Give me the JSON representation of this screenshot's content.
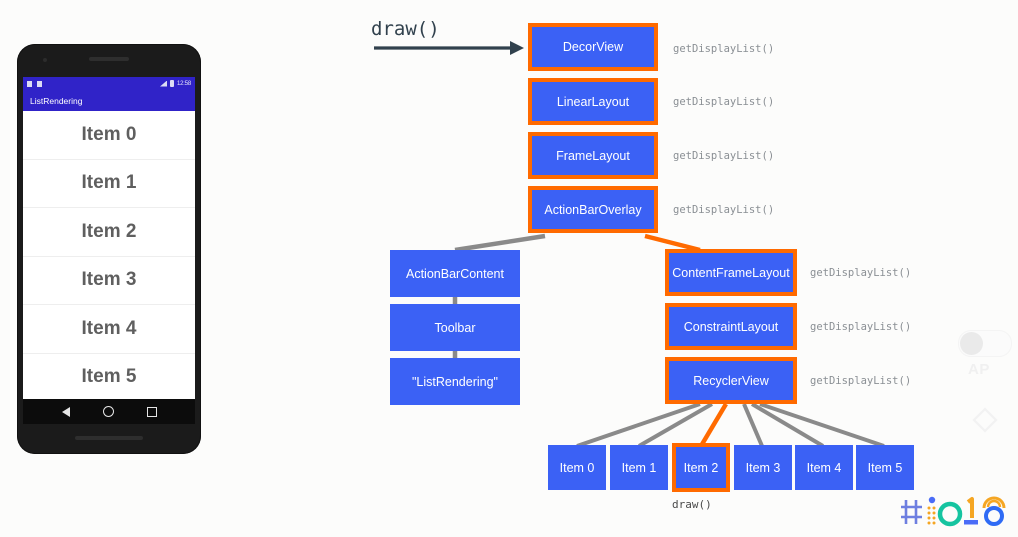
{
  "meta": {
    "title": "Android view hierarchy draw() traversal",
    "background_color": "#fcfcfb",
    "node_fill": "#3b61f5",
    "highlight_color": "#ff6a00",
    "edge_color": "#8a8a8a",
    "call_label_color": "#8a8f94"
  },
  "phone": {
    "app_title": "ListRendering",
    "status_bar": {
      "time": "12:58"
    },
    "list_items": [
      "Item 0",
      "Item 1",
      "Item 2",
      "Item 3",
      "Item 4",
      "Item 5"
    ],
    "nav_buttons": [
      "back",
      "home",
      "recents"
    ]
  },
  "diagram": {
    "entry_label": "draw()",
    "leaf_call_label": "draw()",
    "call_label": "getDisplayList()",
    "nodes": [
      {
        "id": "decorview",
        "label": "DecorView",
        "highlighted": true,
        "call": "getDisplayList()"
      },
      {
        "id": "linearlayout",
        "label": "LinearLayout",
        "highlighted": true,
        "call": "getDisplayList()"
      },
      {
        "id": "framelayout",
        "label": "FrameLayout",
        "highlighted": true,
        "call": "getDisplayList()"
      },
      {
        "id": "actionbaroverlay",
        "label": "ActionBarOverlay",
        "highlighted": true,
        "call": "getDisplayList()"
      },
      {
        "id": "actionbarcontent",
        "label": "ActionBarContent",
        "highlighted": false,
        "call": ""
      },
      {
        "id": "toolbar",
        "label": "Toolbar",
        "highlighted": false,
        "call": ""
      },
      {
        "id": "listrendering",
        "label": "\"ListRendering\"",
        "highlighted": false,
        "call": ""
      },
      {
        "id": "contentframelayout",
        "label": "ContentFrameLayout",
        "highlighted": true,
        "call": "getDisplayList()"
      },
      {
        "id": "constraintlayout",
        "label": "ConstraintLayout",
        "highlighted": true,
        "call": "getDisplayList()"
      },
      {
        "id": "recyclerview",
        "label": "RecyclerView",
        "highlighted": true,
        "call": "getDisplayList()"
      }
    ],
    "leaves": [
      {
        "id": "item0",
        "label": "Item 0",
        "highlighted": false
      },
      {
        "id": "item1",
        "label": "Item 1",
        "highlighted": false
      },
      {
        "id": "item2",
        "label": "Item 2",
        "highlighted": true
      },
      {
        "id": "item3",
        "label": "Item 3",
        "highlighted": false
      },
      {
        "id": "item4",
        "label": "Item 4",
        "highlighted": false
      },
      {
        "id": "item5",
        "label": "Item 5",
        "highlighted": false
      }
    ]
  },
  "overlay": {
    "toggle_label": "AP"
  }
}
